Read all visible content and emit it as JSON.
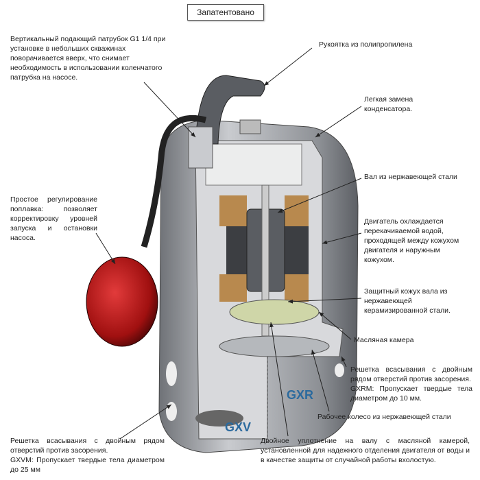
{
  "title": "Запатентовано",
  "labels": {
    "outlet": "Вертикальный подающий патрубок G1 1/4 при установке в небольших скважинах поворачивается вверх, что снимает необходимость в использовании коленчатого патрубка на насосе.",
    "handle": "Рукоятка из полипропилена",
    "capacitor": "Легкая замена конденсатора.",
    "shaft": "Вал из нержавеющей стали",
    "cooling": "Двигатель охлаждается перекачиваемой водой, проходящей между кожухом двигателя и наружным кожухом.",
    "float": "Простое регулирование поплавка: позволяет корректировку уровней запуска и остановки насоса.",
    "shaft_cover": "Защитный кожух вала из нержавеющей керамизированной стали.",
    "oil_chamber": "Масляная камера",
    "grid_gxr": "Решетка всасывания с двойным рядом отверстий против засорения.",
    "gxrm": "GXRM: Пропускает твердые тела диаметром до 10 мм.",
    "impeller": "Рабочее колесо из нержавеющей стали",
    "grid_gxv": "Решетка всасывания с двойным рядом отверстий против засорения.",
    "gxvm": "GXVM: Пропускает твердые тела диаметром до 25 мм",
    "seal": "Двойное уплотнение на валу с масляной камерой, установленной для надежного отделения двигателя от воды и в качестве защиты от случайной работы вхолостую."
  },
  "models": {
    "gxr": "GXR",
    "gxv": "GXV"
  },
  "colors": {
    "model_blue": "#2b6a9e",
    "float_red": "#b01818",
    "body_gray": "#9a9da2",
    "copper": "#b8894e"
  }
}
